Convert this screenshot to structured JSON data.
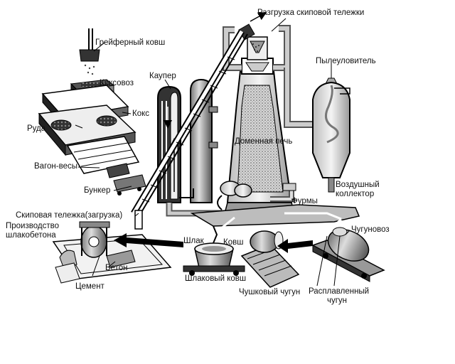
{
  "labels": {
    "skip_unload": "Разгрузка скиповой тележки",
    "grab_bucket": "Грейферный ковш",
    "coke_car": "Коксовоз",
    "cowper": "Каупер",
    "dust_catcher": "Пылеуловитель",
    "coke": "Кокс",
    "ore": "Руда",
    "blast_furnace": "Доменная печь",
    "weigh_car": "Вагон-весы",
    "air_collector": "Воздушный коллектор",
    "bunker": "Бункер",
    "tuyeres": "Фурмы",
    "skip_car_load": "Скиповая тележка(загрузка)",
    "slag_concrete": "Производство шлакобетона",
    "iron_car": "Чугуновоз",
    "slag": "Шлак",
    "ladle": "Ковш",
    "concrete": "Бетон",
    "slag_ladle": "Шлаковый ковш",
    "cement": "Цемент",
    "pig_iron": "Чушковый чугун",
    "molten_iron": "Расплавленный чугун"
  }
}
